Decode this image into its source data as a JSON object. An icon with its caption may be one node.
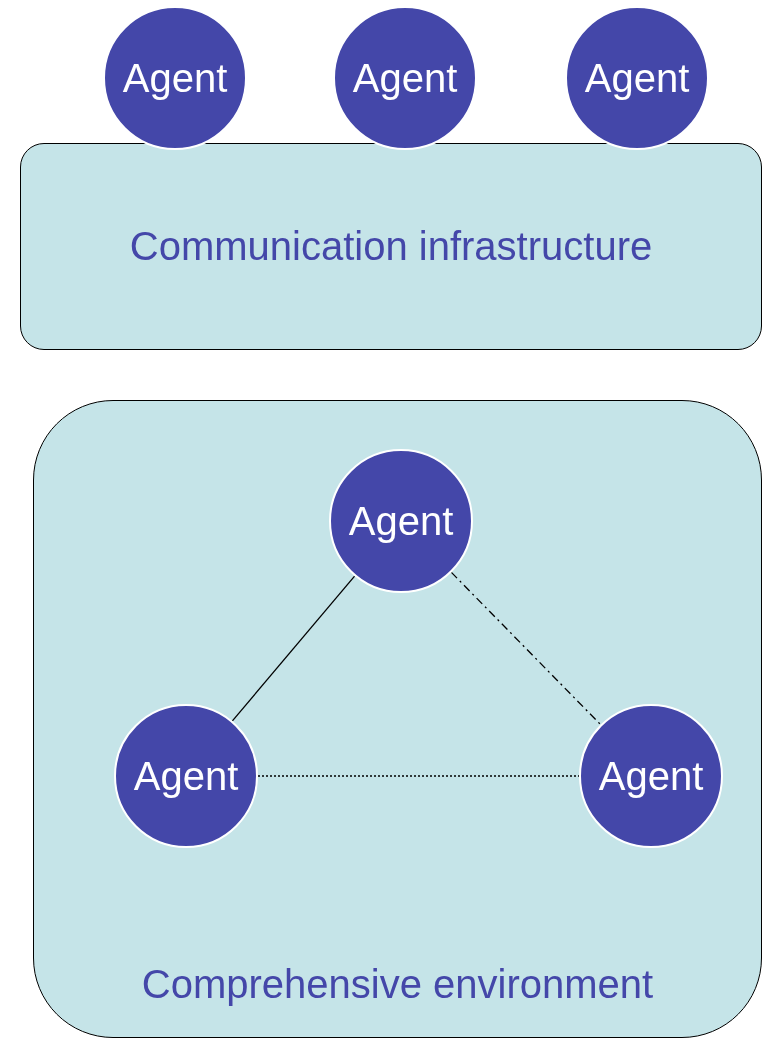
{
  "diagram": {
    "nodes": [
      {
        "text": [
          "Agent"
        ]
      },
      {
        "text": [
          "Agent"
        ]
      },
      {
        "text": [
          "Agent"
        ]
      },
      {
        "text": [
          "Communication infrastructure"
        ]
      },
      {
        "text": [
          "Comprehensive environment"
        ]
      },
      {
        "text": [
          "Agent"
        ],
        "in": 4
      },
      {
        "text": [
          "Agent"
        ],
        "in": 4
      },
      {
        "text": [
          "Agent"
        ],
        "in": 4
      }
    ],
    "edges": [
      {
        "from": 5,
        "to": 6,
        "arrow": "none"
      },
      {
        "from": 5,
        "to": 7,
        "arrow": "none",
        "style": "dashed"
      },
      {
        "from": 6,
        "to": 7,
        "arrow": "none",
        "style": "dashed"
      }
    ]
  }
}
